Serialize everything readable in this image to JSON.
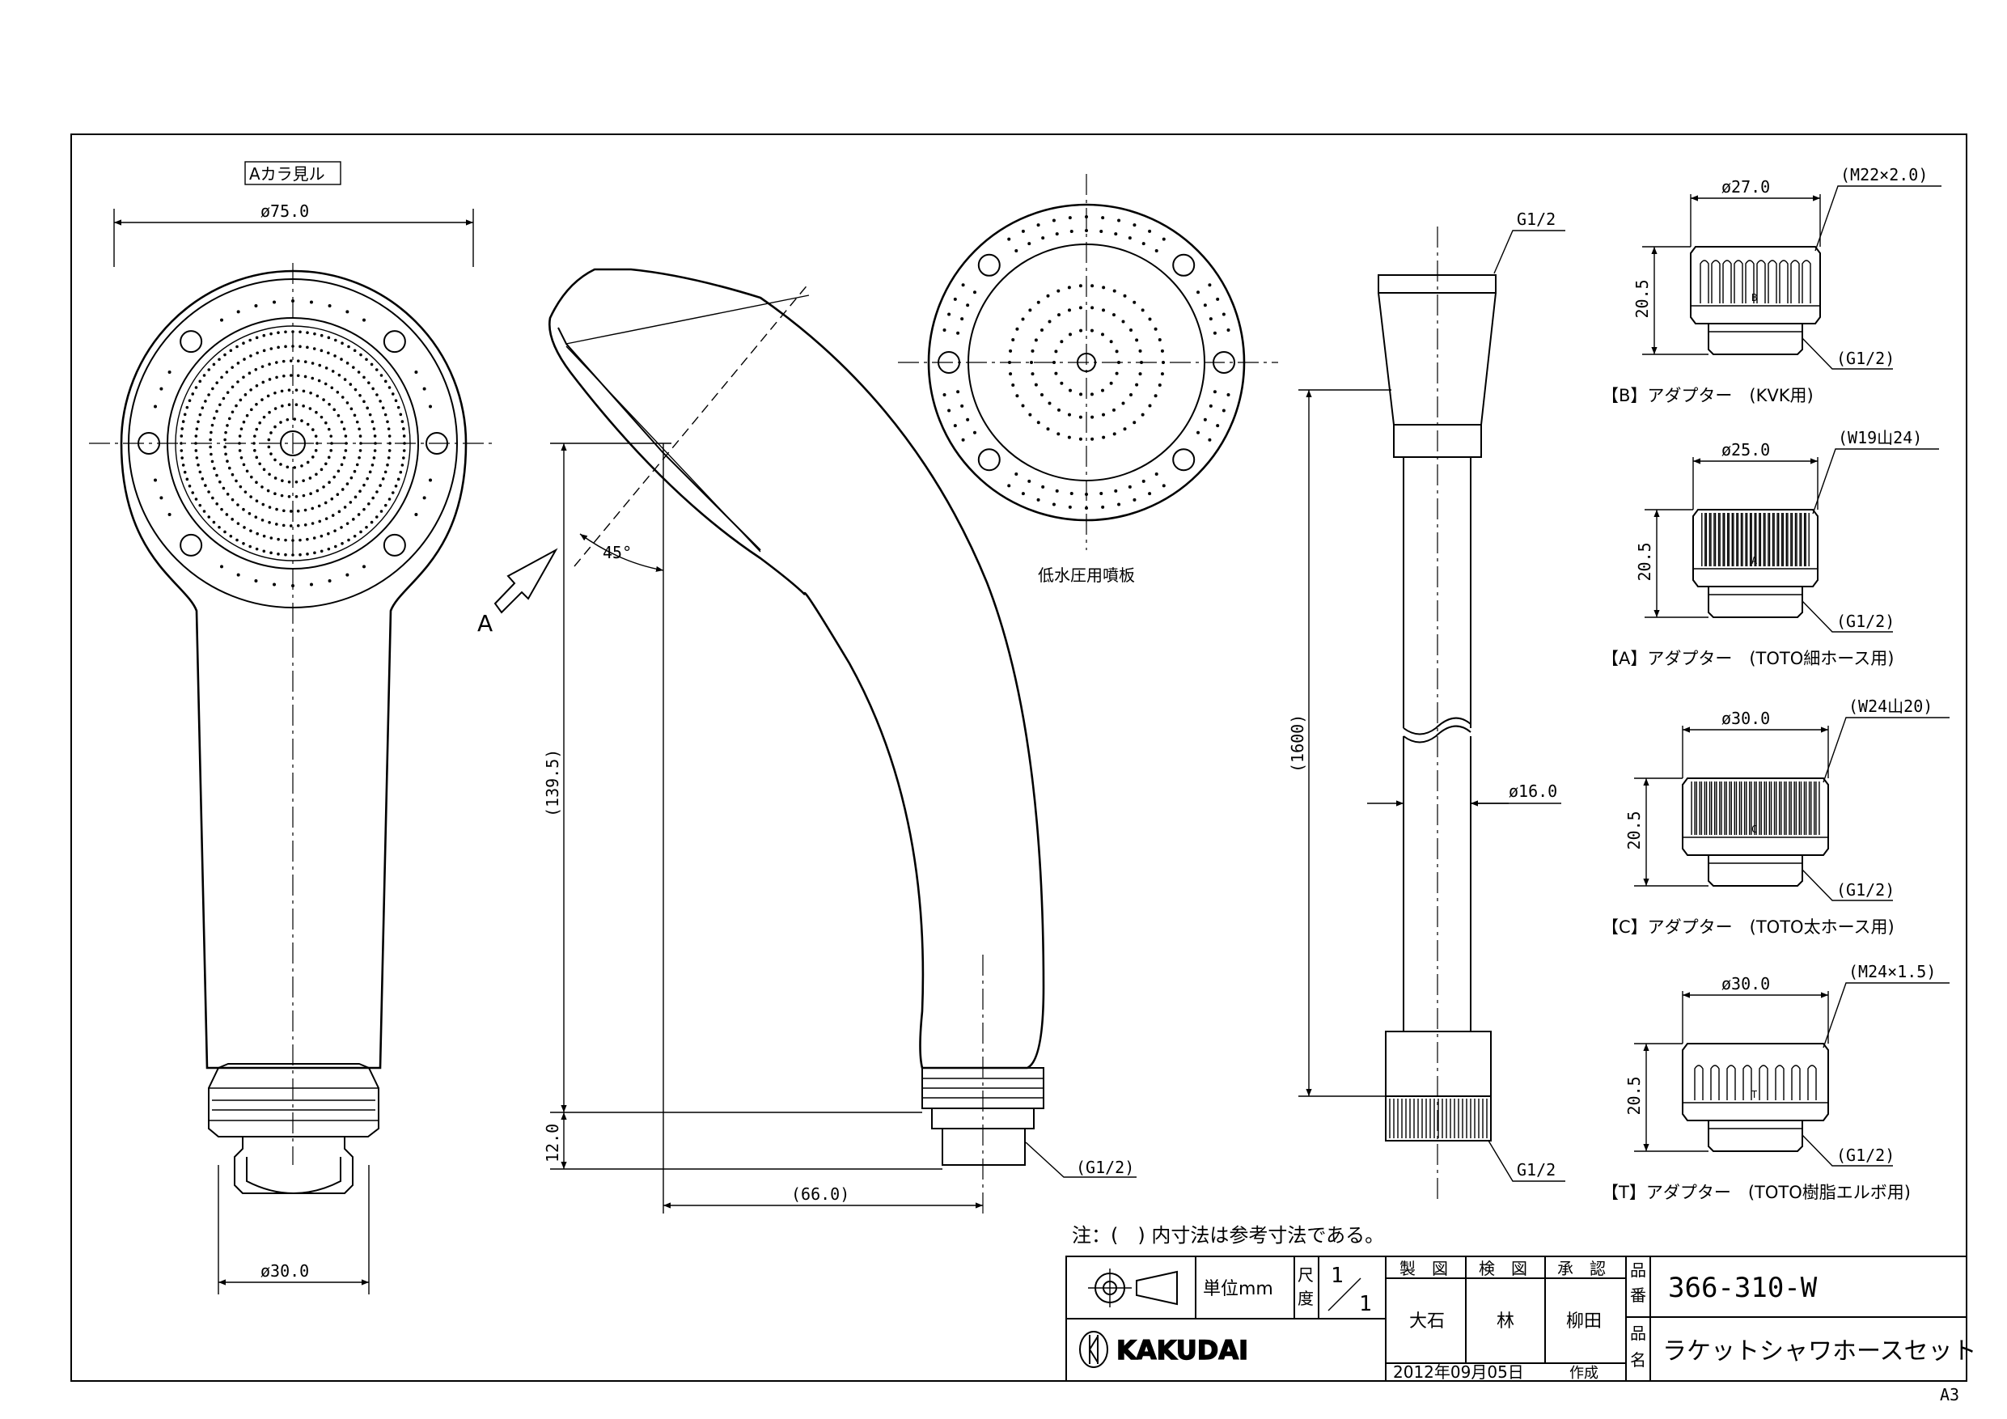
{
  "sheet": {
    "size_label": "A3"
  },
  "views": {
    "front": {
      "view_label": "Aカラ見ル",
      "dim_outer": "ø75.0",
      "dim_neck": "ø30.0"
    },
    "side": {
      "arrow_label": "A",
      "angle": "45°",
      "dim_height": "(139.5)",
      "dim_thread": "12.0",
      "dim_offset": "(66.0)",
      "thread_label": "(G1/2)"
    },
    "plate": {
      "caption": "低水圧用噴板"
    },
    "hose": {
      "top_thread": "G1/2",
      "bottom_thread": "G1/2",
      "length": "(1600)",
      "diameter": "ø16.0"
    }
  },
  "adapters": [
    {
      "caption": "【B】アダプター　(KVK用)",
      "dia": "ø27.0",
      "thread": "(M22×2.0)",
      "height": "20.5",
      "bottom": "(G1/2)",
      "mark": "B"
    },
    {
      "caption": "【A】アダプター　(TOTO細ホース用)",
      "dia": "ø25.0",
      "thread": "(W19山24)",
      "height": "20.5",
      "bottom": "(G1/2)",
      "mark": "A"
    },
    {
      "caption": "【C】アダプター　(TOTO太ホース用)",
      "dia": "ø30.0",
      "thread": "(W24山20)",
      "height": "20.5",
      "bottom": "(G1/2)",
      "mark": "C"
    },
    {
      "caption": "【T】アダプター　(TOTO樹脂エルボ用)",
      "dia": "ø30.0",
      "thread": "(M24×1.5)",
      "height": "20.5",
      "bottom": "(G1/2)",
      "mark": "T"
    }
  ],
  "note": "注：(　) 内寸法は参考寸法である。",
  "title_block": {
    "unit_label": "単位mm",
    "scale_label_1": "尺",
    "scale_label_2": "度",
    "scale_num": "1",
    "scale_den": "1",
    "role_1": "製　図",
    "role_2": "検　図",
    "role_3": "承　認",
    "person_1": "大石",
    "person_2": "林",
    "person_3": "柳田",
    "date": "2012年09月05日",
    "date_suffix": "作成",
    "brand": "KAKUDAI",
    "part_no_label_1": "品",
    "part_no_label_2": "番",
    "part_no": "366-310-W",
    "name_label_1": "品",
    "name_label_2": "名",
    "part_name": "ラケットシャワホースセット"
  }
}
